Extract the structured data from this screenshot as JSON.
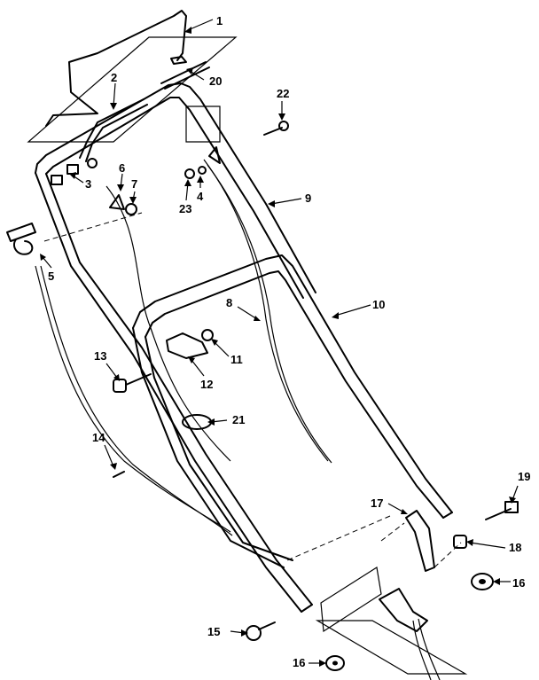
{
  "callouts": [
    {
      "id": "c1",
      "text": "1"
    },
    {
      "id": "c2",
      "text": "2"
    },
    {
      "id": "c3",
      "text": "3"
    },
    {
      "id": "c4",
      "text": "4"
    },
    {
      "id": "c5",
      "text": "5"
    },
    {
      "id": "c6",
      "text": "6"
    },
    {
      "id": "c7",
      "text": "7"
    },
    {
      "id": "c8",
      "text": "8"
    },
    {
      "id": "c9",
      "text": "9"
    },
    {
      "id": "c10",
      "text": "10"
    },
    {
      "id": "c11",
      "text": "11"
    },
    {
      "id": "c12",
      "text": "12"
    },
    {
      "id": "c13",
      "text": "13"
    },
    {
      "id": "c14",
      "text": "14"
    },
    {
      "id": "c15",
      "text": "15"
    },
    {
      "id": "c16a",
      "text": "16"
    },
    {
      "id": "c16b",
      "text": "16"
    },
    {
      "id": "c17",
      "text": "17"
    },
    {
      "id": "c18",
      "text": "18"
    },
    {
      "id": "c19",
      "text": "19"
    },
    {
      "id": "c20",
      "text": "20"
    },
    {
      "id": "c21",
      "text": "21"
    },
    {
      "id": "c22",
      "text": "22"
    },
    {
      "id": "c23",
      "text": "23"
    }
  ]
}
